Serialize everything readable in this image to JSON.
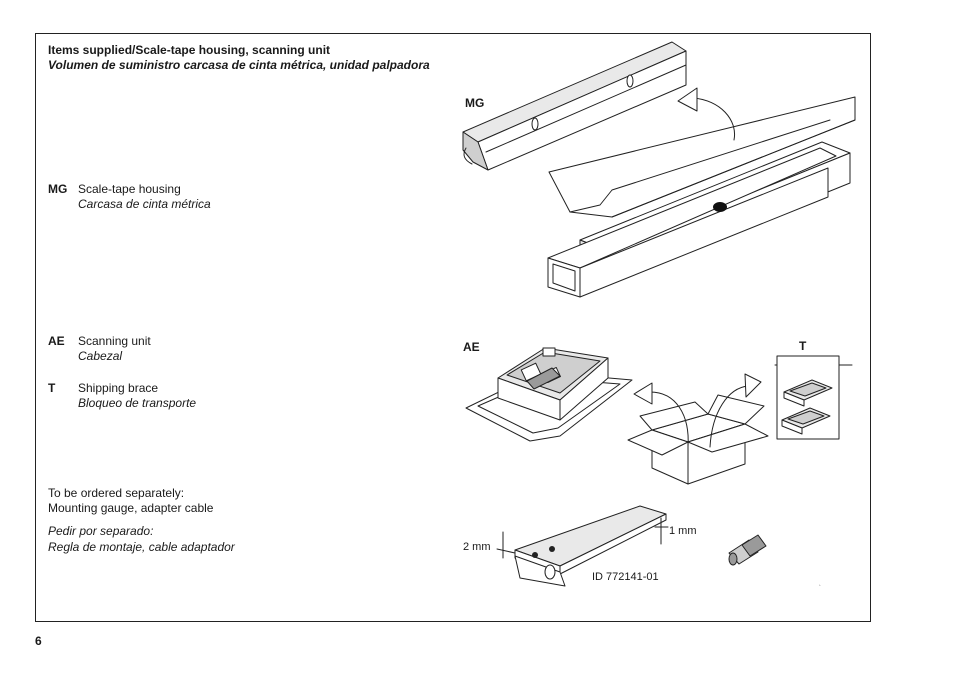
{
  "header": {
    "title": "Items supplied/Scale-tape housing, scanning unit",
    "title_es": "Volumen de suministro carcasa de cinta métrica, unidad palpadora"
  },
  "items": [
    {
      "code": "MG",
      "label": "Scale-tape housing",
      "label_es": "Carcasa de cinta métrica"
    },
    {
      "code": "AE",
      "label": "Scanning unit",
      "label_es": "Cabezal"
    },
    {
      "code": "T",
      "label": "Shipping brace",
      "label_es": "Bloqueo de transporte"
    }
  ],
  "separately": {
    "line1": "To be ordered separately:",
    "line2": "Mounting gauge, adapter cable",
    "line1_es": "Pedir por separado:",
    "line2_es": "Regla de montaje, cable adaptador"
  },
  "figure": {
    "label_mg": "MG",
    "label_ae": "AE",
    "label_t": "T",
    "dim_left": "2 mm",
    "dim_right": "1 mm",
    "id_text": "ID 772141-01"
  },
  "page_number": "6"
}
